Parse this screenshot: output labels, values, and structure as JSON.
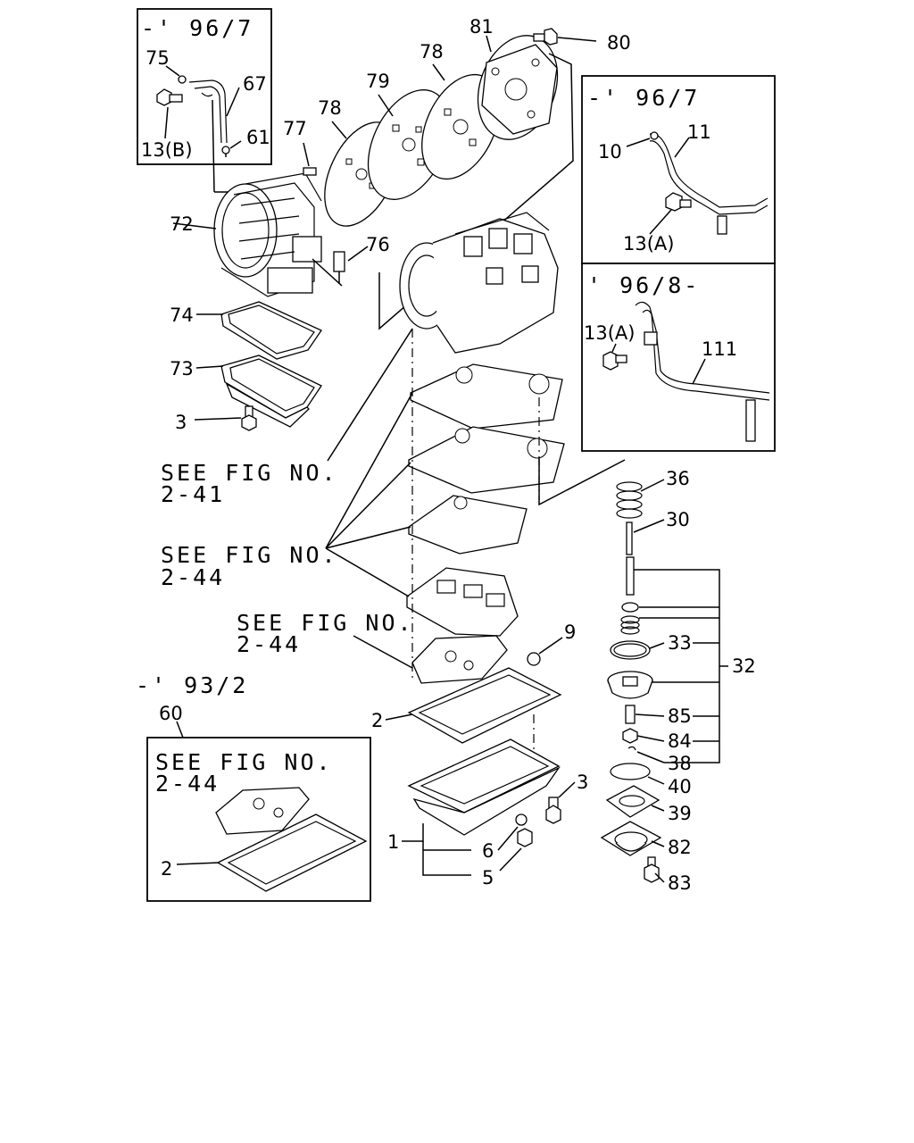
{
  "callouts": {
    "n80": "80",
    "n81": "81",
    "n78a": "78",
    "n79": "79",
    "n78b": "78",
    "n77": "77",
    "n75": "75",
    "n67": "67",
    "n61": "61",
    "n13b": "13(B)",
    "n72": "72",
    "n76": "76",
    "n74": "74",
    "n73": "73",
    "n3a": "3",
    "n10": "10",
    "n11": "11",
    "n13a1": "13(A)",
    "n13a2": "13(A)",
    "n111": "111",
    "n36": "36",
    "n30": "30",
    "n33": "33",
    "n32": "32",
    "n85": "85",
    "n84": "84",
    "n38": "38",
    "n40": "40",
    "n39": "39",
    "n82": "82",
    "n83": "83",
    "n9": "9",
    "n2a": "2",
    "n3b": "3",
    "n1": "1",
    "n6": "6",
    "n5": "5",
    "n60": "60",
    "n2b": "2"
  },
  "dates": {
    "top_left": "-' 96/7",
    "right_top": "-' 96/7",
    "right_bottom": "' 96/8-",
    "lower_left": "-' 93/2"
  },
  "references": {
    "fig_2_41_line1": "SEE FIG NO.",
    "fig_2_41_line2": "2-41",
    "fig_2_44a_line1": "SEE FIG NO.",
    "fig_2_44a_line2": "2-44",
    "fig_2_44b_line1": "SEE FIG NO.",
    "fig_2_44b_line2": "2-44",
    "fig_2_44c_line1": "SEE FIG NO.",
    "fig_2_44c_line2": "2-44"
  }
}
